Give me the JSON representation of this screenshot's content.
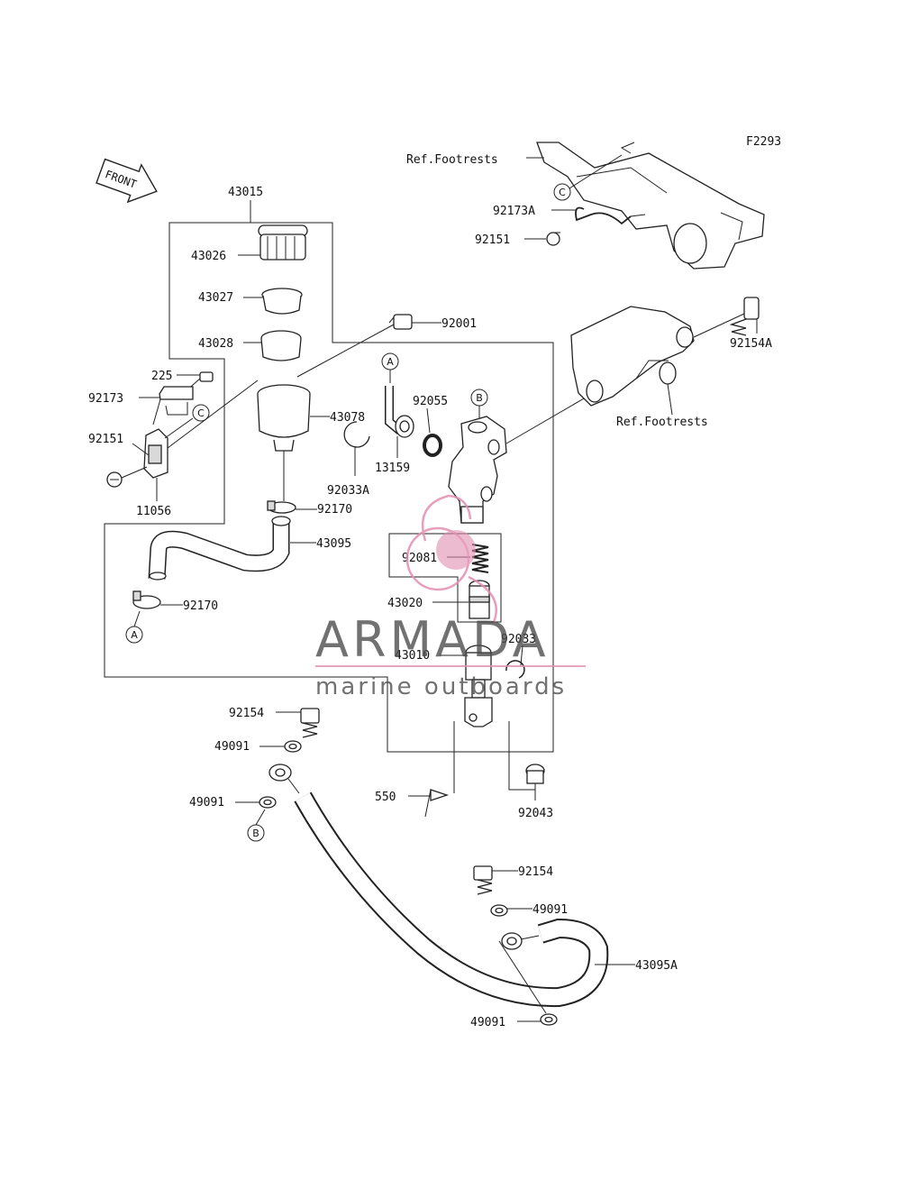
{
  "figure_code": "F2293",
  "front_label": "FRONT",
  "callouts": [
    "A",
    "B",
    "C"
  ],
  "parts": {
    "p43015": "43015",
    "p43026": "43026",
    "p43027": "43027",
    "p43028": "43028",
    "p225": "225",
    "p92173": "92173",
    "p92151": "92151",
    "p11056": "11056",
    "p92001": "92001",
    "p43078": "43078",
    "p92033A": "92033A",
    "p92170a": "92170",
    "p43095": "43095",
    "p92170b": "92170",
    "p92055": "92055",
    "p13159": "13159",
    "p92081": "92081",
    "p43020": "43020",
    "p43010": "43010",
    "p92033": "92033",
    "p92154a": "92154",
    "p49091a": "49091",
    "p49091b": "49091",
    "p550": "550",
    "p92043": "92043",
    "p92154b": "92154",
    "p49091c": "49091",
    "p43095A": "43095A",
    "p49091d": "49091",
    "p92173A": "92173A",
    "p92151b": "92151",
    "p92154A": "92154A"
  },
  "refs": {
    "footrests_top": "Ref.Footrests",
    "footrests_mid": "Ref.Footrests"
  },
  "watermark": {
    "brand": "ARMADA",
    "tagline": "marine outboards",
    "colors": {
      "logo_pink": "#e28fb1",
      "text_gray": "#4a4a4a"
    }
  }
}
